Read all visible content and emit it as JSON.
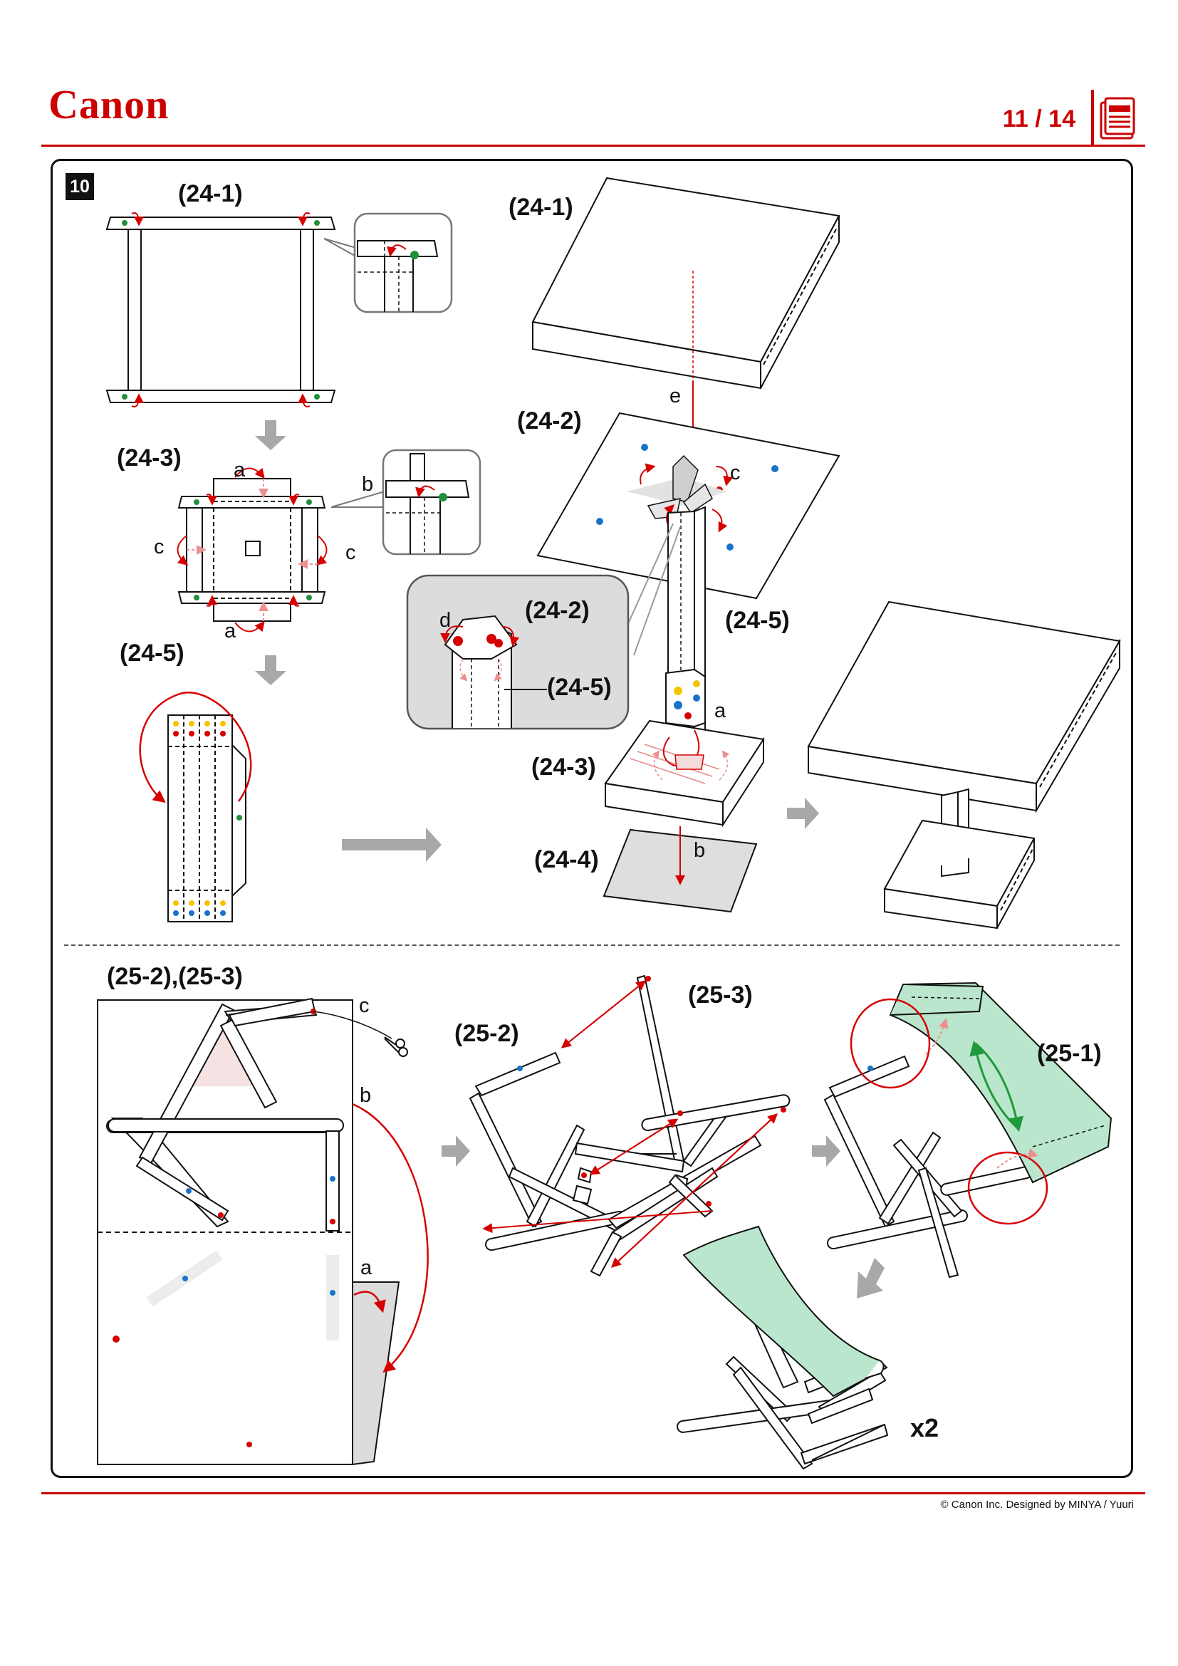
{
  "header": {
    "brand": "Canon",
    "page": "11 / 14"
  },
  "step": "10",
  "labels": {
    "p24_1_flat": "(24-1)",
    "p24_3_flat": "(24-3)",
    "p24_5_flat": "(24-5)",
    "p24_1_assembly": "(24-1)",
    "p24_2_assembly": "(24-2)",
    "p24_5_assembly": "(24-5)",
    "p24_3_assembly": "(24-3)",
    "p24_4_assembly": "(24-4)",
    "p24_2_detail": "(24-2)",
    "p24_5_detail": "(24-5)",
    "p25_sheet": "(25-2),(25-3)",
    "p25_2": "(25-2)",
    "p25_3": "(25-3)",
    "p25_1": "(25-1)"
  },
  "letters": {
    "a_top": "a",
    "a_bottom": "a",
    "b_inset": "b",
    "c_left": "c",
    "c_right": "c",
    "e": "e",
    "c_assembly": "c",
    "d_detail": "d",
    "a_assembly": "a",
    "b_assembly": "b",
    "c_sheet": "c",
    "b_sheet": "b",
    "a_sheet": "a"
  },
  "quantity": "x2",
  "footer": {
    "copyright": "© Canon Inc. Designed by MINYA / Yuuri"
  },
  "colors": {
    "accent": "#cc0000",
    "fabric": "#b9e6cc",
    "dot_green": "#1f8f3a",
    "dot_red": "#d60000",
    "dot_blue": "#1a73c9",
    "dot_yellow": "#f5c400",
    "arrow_gray": "#a8a8a8",
    "detail_bg": "#dcdcdc"
  },
  "icons": [
    "scissors-icon",
    "document-pages-icon"
  ]
}
